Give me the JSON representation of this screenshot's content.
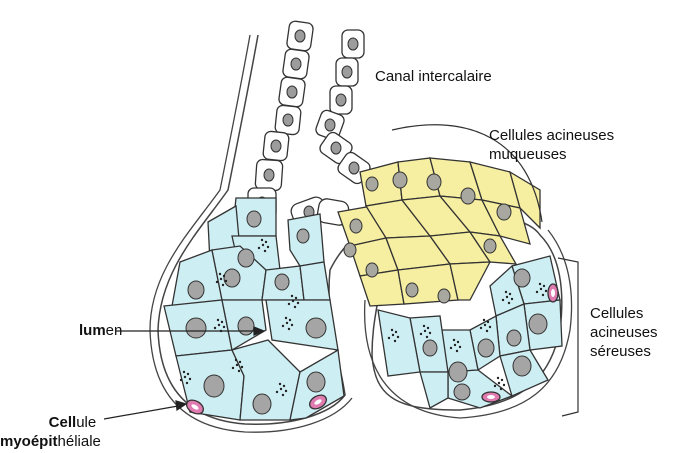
{
  "labels": {
    "canal": "Canal intercalaire",
    "muqueuses_l1": "Cellules  acineuses",
    "muqueuses_l2": "muqueuses",
    "seriques_l1": "Cellules",
    "seriques_l2": "acineuses",
    "seriques_l3": "séreuses",
    "lumen_bold": "lum",
    "lumen_rest": "en",
    "myo_l1_bold": "Cell",
    "myo_l1_rest": "ule",
    "myo_l2_bold": "myoépit",
    "myo_l2_rest": "héliale"
  },
  "colors": {
    "serous_cell": "#cdeef3",
    "mucous_cell": "#f6eea0",
    "duct_cell": "#ffffff",
    "nucleus_serous": "#a5a5a5",
    "nucleus_mucous": "#a8a8a0",
    "myoepithelial": "#e07bb0",
    "outline": "#333333"
  }
}
